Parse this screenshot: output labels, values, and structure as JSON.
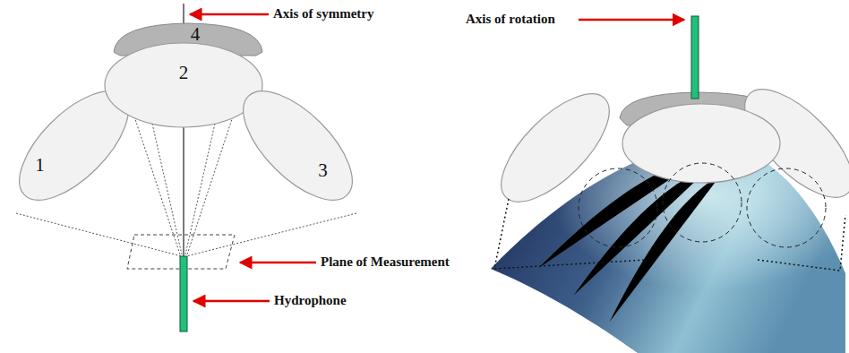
{
  "diagram": {
    "nodes": [
      {
        "text": [
          "1"
        ]
      },
      {
        "text": [
          "2"
        ]
      },
      {
        "text": [
          "3"
        ]
      },
      {
        "text": [
          "4"
        ]
      }
    ],
    "labels": [
      "Axis of symmetry",
      "Axis of rotation",
      "Plane of Measurement",
      "Hydrophone"
    ]
  }
}
